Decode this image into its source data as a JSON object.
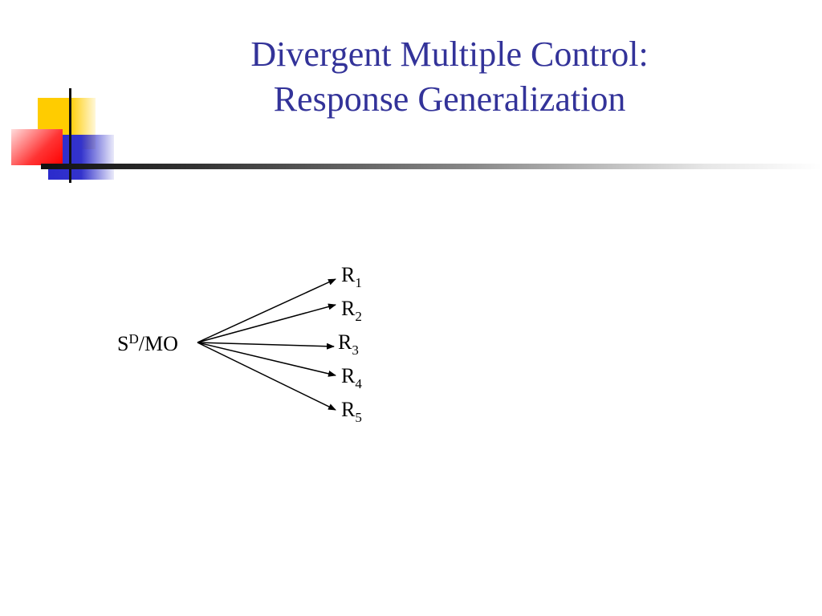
{
  "slide": {
    "title_line1": "Divergent Multiple Control:",
    "title_line2": "Response Generalization"
  },
  "diagram": {
    "source": {
      "main": "S",
      "superscript": "D",
      "suffix": "/MO"
    },
    "responses": [
      {
        "letter": "R",
        "subscript": "1"
      },
      {
        "letter": "R",
        "subscript": "2"
      },
      {
        "letter": "R",
        "subscript": "3"
      },
      {
        "letter": "R",
        "subscript": "4"
      },
      {
        "letter": "R",
        "subscript": "5"
      }
    ]
  },
  "colors": {
    "title": "#333399",
    "deco_yellow": "#ffcc00",
    "deco_blue": "#3333cc",
    "deco_red": "#ff3333"
  }
}
